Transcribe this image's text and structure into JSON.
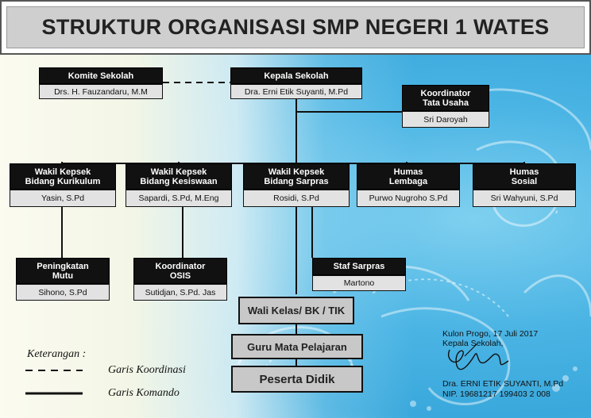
{
  "title": "STRUKTUR ORGANISASI SMP NEGERI 1 WATES",
  "nodes": {
    "komite": {
      "title": "Komite Sekolah",
      "name": "Drs. H. Fauzandaru, M.M"
    },
    "kepala": {
      "title": "Kepala Sekolah",
      "name": "Dra. Erni Etik Suyanti, M.Pd"
    },
    "tata_usaha": {
      "title_l1": "Koordinator",
      "title_l2": "Tata Usaha",
      "name": "Sri Daroyah"
    },
    "kurikulum": {
      "title_l1": "Wakil Kepsek",
      "title_l2": "Bidang Kurikulum",
      "name": "Yasin, S.Pd"
    },
    "kesiswaan": {
      "title_l1": "Wakil Kepsek",
      "title_l2": "Bidang Kesiswaan",
      "name": "Sapardi, S.Pd, M.Eng"
    },
    "sarpras": {
      "title_l1": "Wakil Kepsek",
      "title_l2": "Bidang Sarpras",
      "name": "Rosidi, S.Pd"
    },
    "humas_lembaga": {
      "title_l1": "Humas",
      "title_l2": "Lembaga",
      "name": "Purwo Nugroho S.Pd"
    },
    "humas_sosial": {
      "title_l1": "Humas",
      "title_l2": "Sosial",
      "name": "Sri Wahyuni, S.Pd"
    },
    "peningkatan_mutu": {
      "title_l1": "Peningkatan",
      "title_l2": "Mutu",
      "name": "Sihono, S.Pd"
    },
    "osis": {
      "title_l1": "Koordinator",
      "title_l2": "OSIS",
      "name": "Sutidjan, S.Pd. Jas"
    },
    "staf_sarpras": {
      "title": "Staf Sarpras",
      "name": "Martono"
    }
  },
  "bottom": {
    "wali_kelas": "Wali Kelas/ BK / TIK",
    "guru": "Guru Mata Pelajaran",
    "peserta": "Peserta Didik"
  },
  "legend": {
    "heading": "Keterangan :",
    "dashed": "Garis Koordinasi",
    "solid": "Garis Komando"
  },
  "signature": {
    "place_date": "Kulon Progo, 17 Juli 2017",
    "role": "Kepala Sekolah,",
    "name": "Dra. ERNI ETIK SUYANTI, M.Pd",
    "nip": "NIP. 19681217 199403 2 008"
  },
  "colors": {
    "header": "#111111",
    "value_bg": "#e2e2e2",
    "bottom_box": "#c8c8c8",
    "background_blue": "#3aa8dc"
  }
}
